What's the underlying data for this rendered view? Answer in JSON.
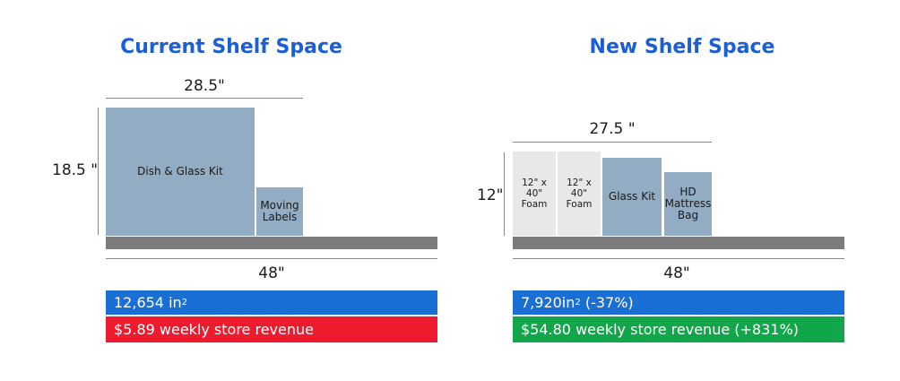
{
  "current": {
    "title": "Current Shelf Space",
    "width_label": "28.5\"",
    "height_label": "18.5 \"",
    "shelf_label": "48\"",
    "items": [
      "Dish & Glass Kit",
      "Moving Labels"
    ],
    "area": "12,654 in",
    "area_sup": "2",
    "revenue": "$5.89 weekly store revenue"
  },
  "new": {
    "title": "New Shelf Space",
    "width_label": "27.5 \"",
    "height_label": "12\"",
    "shelf_label": "48\"",
    "items": [
      "12\" x 40\" Foam",
      "12\" x 40\" Foam",
      "Glass Kit",
      "HD Mattress Bag"
    ],
    "area": "7,920in",
    "area_sup": "2",
    "area_change": " (-37%)",
    "revenue": "$54.80 weekly store revenue (+831%)"
  },
  "colors": {
    "title": "#1a5fd6",
    "product_box": "#92acc4",
    "foam_box": "#e8e8e8",
    "shelf": "#7c7c7c",
    "area_bar": "#1a6fd4",
    "loss_bar": "#ee1b2e",
    "gain_bar": "#12a64a"
  }
}
